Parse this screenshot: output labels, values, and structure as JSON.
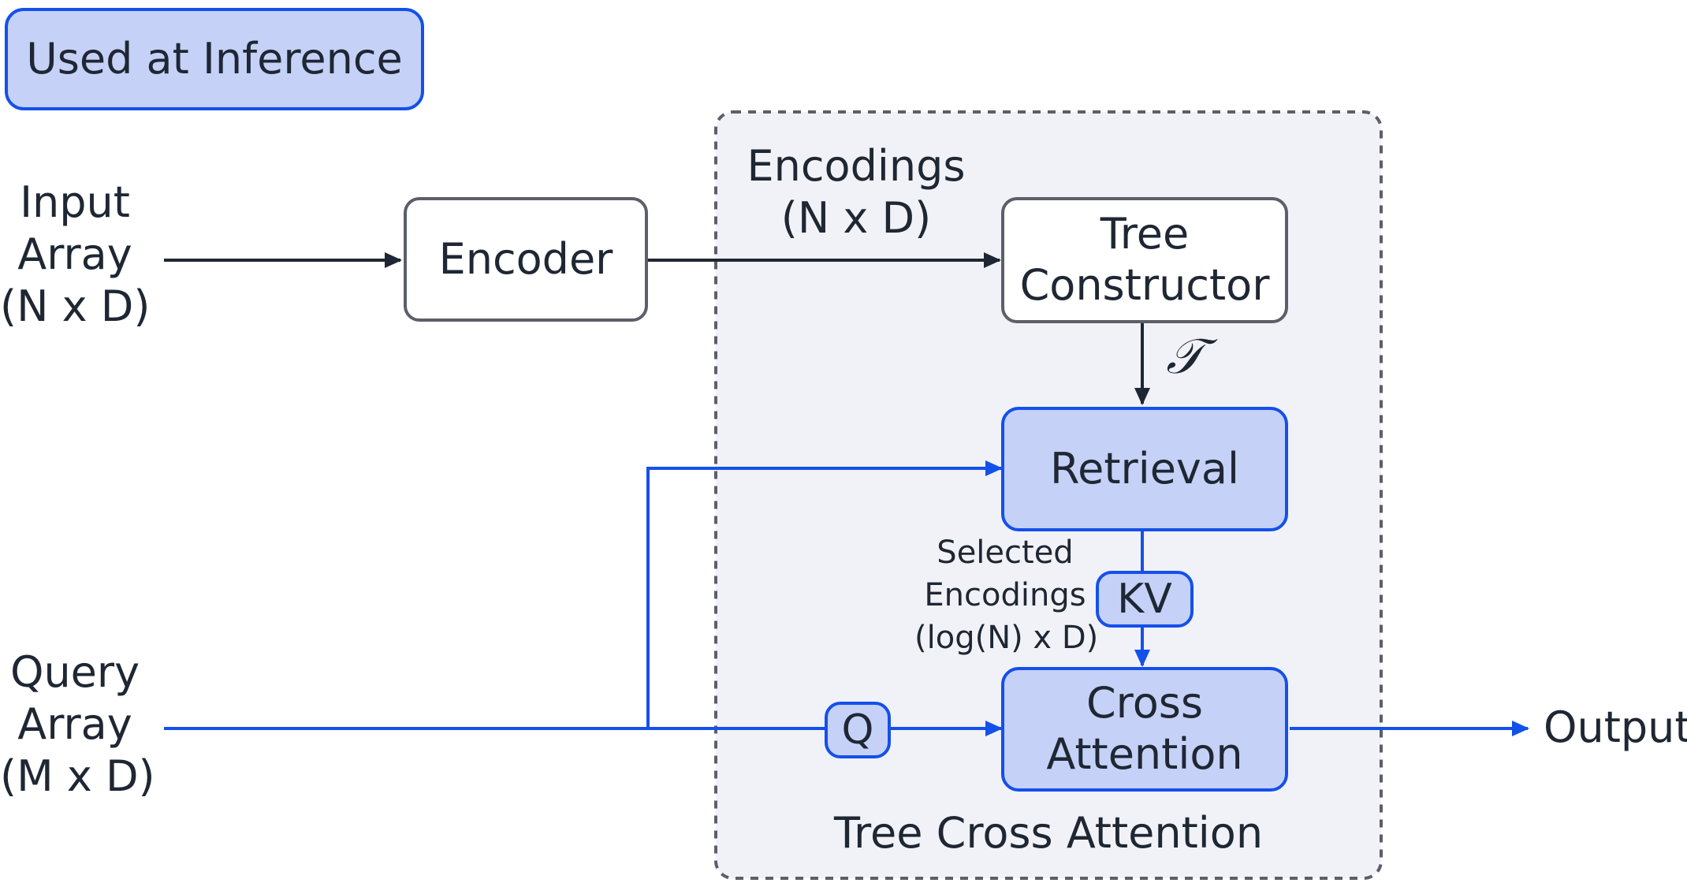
{
  "legend": {
    "label": "Used at Inference"
  },
  "inputs": {
    "input_array": [
      "Input",
      "Array",
      "(N x D)"
    ],
    "query_array": [
      "Query",
      "Array",
      "(M x D)"
    ]
  },
  "nodes": {
    "encoder": [
      "Encoder"
    ],
    "tree_constructor": [
      "Tree",
      "Constructor"
    ],
    "retrieval": [
      "Retrieval"
    ],
    "cross_attention": [
      "Cross",
      "Attention"
    ]
  },
  "edge_labels": {
    "encodings": [
      "Encodings",
      "(N x D)"
    ],
    "tree_symbol": "𝒯",
    "selected_encodings": [
      "Selected",
      "Encodings",
      "(log(N) x D)"
    ],
    "kv": "KV",
    "q": "Q"
  },
  "output": "Output",
  "group": {
    "title": "Tree Cross Attention"
  },
  "colors": {
    "accent": "#1450ea",
    "accent_fill": "#c6d1f7",
    "neutral_stroke": "#5c5f6a",
    "group_fill": "#f1f2f7"
  }
}
